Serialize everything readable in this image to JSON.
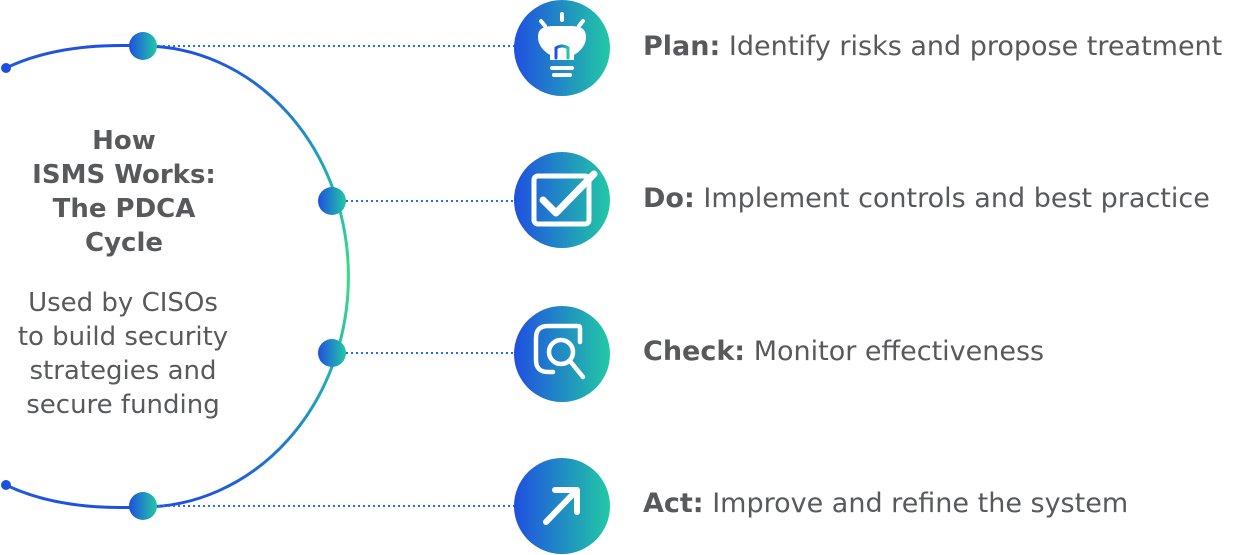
{
  "center": {
    "title_lines": [
      "How",
      "ISMS Works:",
      "The PDCA",
      "Cycle"
    ],
    "subtitle_lines": [
      "Used by CISOs",
      "to build security",
      "strategies and",
      "secure funding"
    ]
  },
  "steps": [
    {
      "label": "Plan:",
      "text": "Identify risks and propose treatment",
      "icon": "lightbulb-icon"
    },
    {
      "label": "Do:",
      "text": "Implement controls and best practice",
      "icon": "checkbox-icon"
    },
    {
      "label": "Check:",
      "text": "Monitor effectiveness",
      "icon": "magnifier-icon"
    },
    {
      "label": "Act:",
      "text": "Improve and refine the system",
      "icon": "arrow-up-right-icon"
    }
  ],
  "colors": {
    "text": "#58595b",
    "blue": "#1f4fe0",
    "teal": "#22c9a5",
    "green": "#3ddc84"
  }
}
